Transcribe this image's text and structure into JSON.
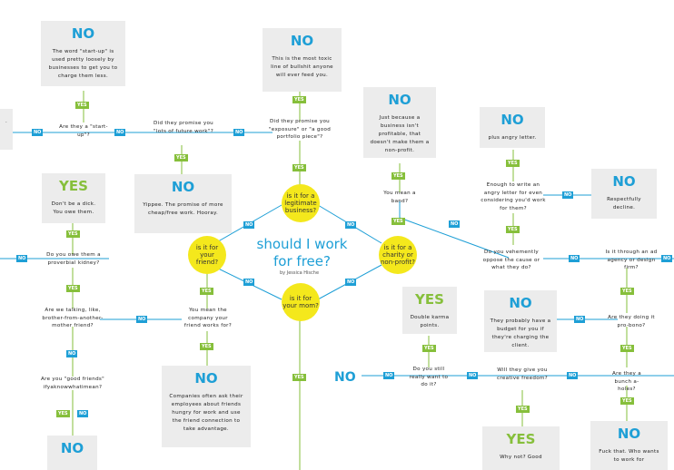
{
  "title": "should I work for free?",
  "byline": "by Jessica Hische",
  "center_questions": {
    "business": "is it for a legitimate business?",
    "friend": "is it for your friend?",
    "charity": "is it for a charity or non-profit?",
    "mom": "is it for your mom?"
  },
  "answer_boxes": [
    {
      "heading": "NO",
      "text": "The word \"start-up\" is used pretty loosely by businesses to get you to charge them less."
    },
    {
      "heading": "NO",
      "text": "This is the most toxic line of bullshit anyone will ever feed you."
    },
    {
      "heading": "NO",
      "text": "Just because a business isn't profitable, that doesn't make them a non-profit."
    },
    {
      "heading": "NO",
      "text": "plus angry letter."
    },
    {
      "heading": "NO",
      "text": "Respectfully decline."
    },
    {
      "heading": "YES",
      "text": "Don't be a dick. You owe them."
    },
    {
      "heading": "NO",
      "text": "Yippee. The promise of more cheap/free work. Hooray."
    },
    {
      "heading": "YES",
      "text": "Double karma points."
    },
    {
      "heading": "NO",
      "text": "They probably have a budget for you if they're charging the client."
    },
    {
      "heading": "NO",
      "text": "Companies often ask their employees about friends hungry for work and use the friend connection to take advantage."
    },
    {
      "heading": "NO",
      "text": ""
    },
    {
      "heading": "YES",
      "text": "Why not? Good"
    },
    {
      "heading": "NO",
      "text": "Fuck that. Who wants to work for"
    }
  ],
  "left_partial_text": ".",
  "standalone_no": "NO",
  "questions": {
    "startup": "Are they a \"start-up\"?",
    "promise_future": "Did they promise you \"lots of future work\"?",
    "promise_exposure": "Did they promise you \"exposure\" or \"a good portfolio piece\"?",
    "mean_band": "You mean a band?",
    "angry_letter": "Enough to write an angry letter for even considering you'd work for them?",
    "vehemently": "Do you vehemently oppose the cause or what they do?",
    "agency": "Is it through an ad agency or design firm?",
    "pro_bono": "Are they doing it pro-bono?",
    "bunch_ahole": "Are they a bunch a-holes?",
    "really_want": "Do you still really want to do it?",
    "give_freedom": "Will they give you creative freedom?",
    "kidney": "Do you owe them a proverbial kidney?",
    "brother": "Are we talking, like, brother-from-another-mother friend?",
    "good_friends": "Are you \"good friends\" ifyaknowwhatimean?",
    "company_friend": "You mean the company your friend works for?"
  },
  "tags": {
    "yes": "YES",
    "no": "NO"
  }
}
